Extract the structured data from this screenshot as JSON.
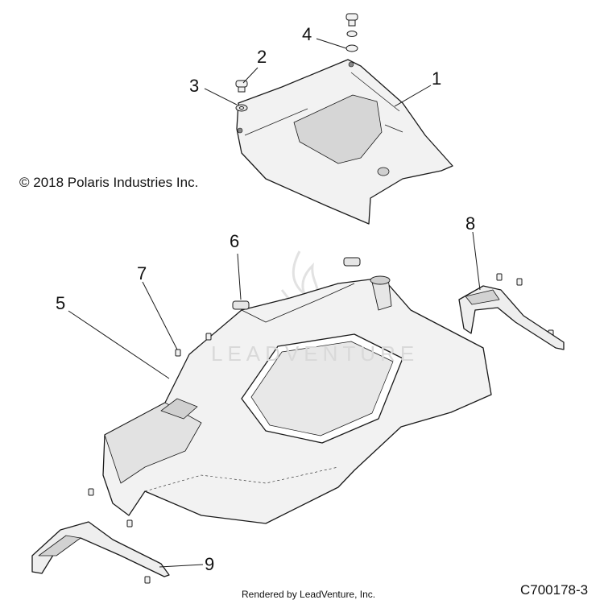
{
  "copyright": "© 2018 Polaris Industries Inc.",
  "rendered_by": "Rendered by LeadVenture, Inc.",
  "diagram_id": "C700178-3",
  "watermark": "LEADVENTURE",
  "callouts": [
    {
      "id": "1",
      "label": "1"
    },
    {
      "id": "2",
      "label": "2"
    },
    {
      "id": "3",
      "label": "3"
    },
    {
      "id": "4",
      "label": "4"
    },
    {
      "id": "5",
      "label": "5"
    },
    {
      "id": "6",
      "label": "6"
    },
    {
      "id": "7",
      "label": "7"
    },
    {
      "id": "8",
      "label": "8"
    },
    {
      "id": "9",
      "label": "9"
    }
  ],
  "colors": {
    "line": "#1a1a1a",
    "fill": "#f2f2f2",
    "shade": "#d8d8d8",
    "watermark": "#e0e0e0"
  }
}
